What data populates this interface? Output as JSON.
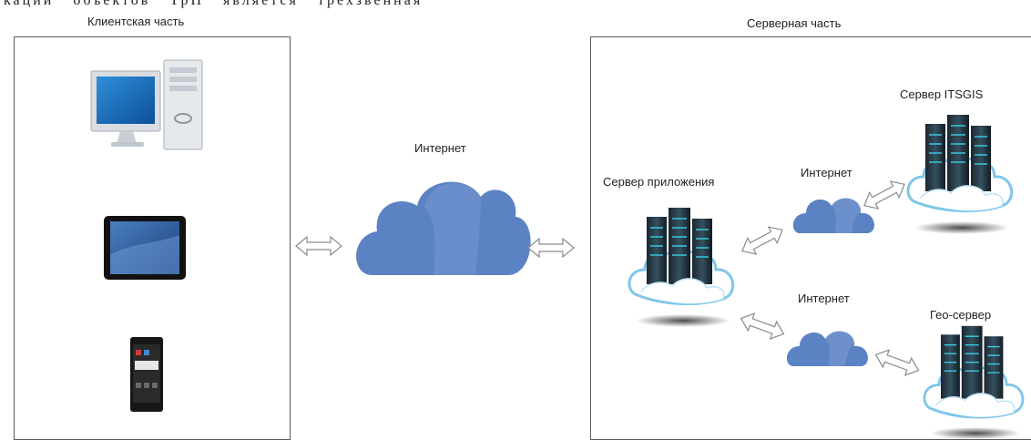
{
  "top_text": "кации объектов ТрП является трехзвенная",
  "client": {
    "title": "Клиентская часть",
    "devices": [
      "desktop-computer-icon",
      "tablet-icon",
      "smartphone-icon"
    ]
  },
  "internet_main": {
    "label": "Интернет"
  },
  "server": {
    "title": "Серверная часть",
    "app_server": {
      "label": "Сервер приложения"
    },
    "itsgis_server": {
      "label": "Сервер ITSGIS"
    },
    "geo_server": {
      "label": "Гео-сервер"
    },
    "internet_upper": {
      "label": "Интернет"
    },
    "internet_lower": {
      "label": "Интернет"
    }
  },
  "colors": {
    "cloud": "#5b82c3",
    "cloud_light": "#7b9dd4",
    "server_cloud": "#ffffff",
    "server_cloud_stroke": "#7fc6ea",
    "panel_border": "#5a5a5a"
  }
}
